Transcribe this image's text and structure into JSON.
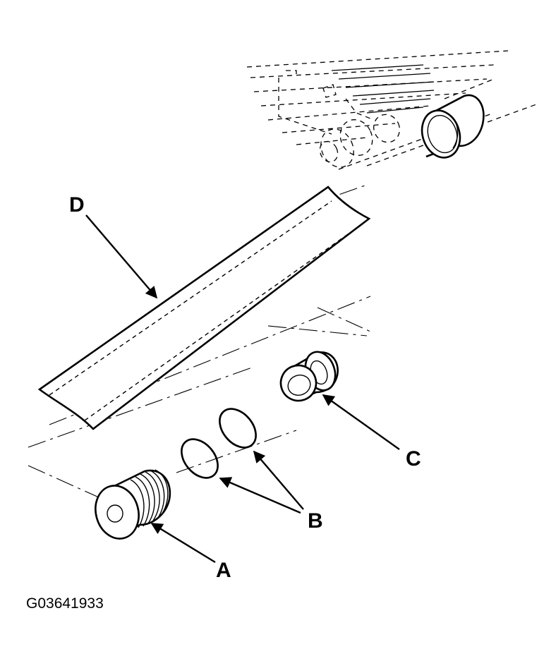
{
  "labels": {
    "a": "A",
    "b": "B",
    "c": "C",
    "d": "D"
  },
  "figure_id": "G03641933"
}
